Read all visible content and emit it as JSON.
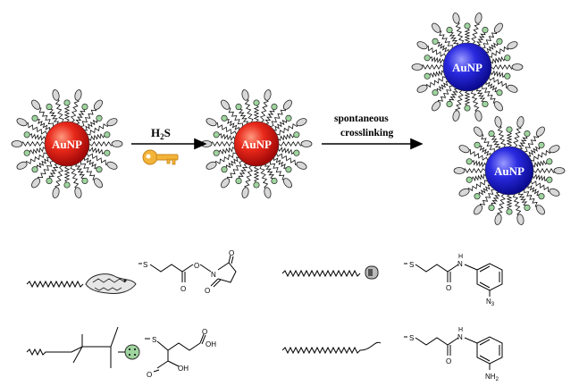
{
  "particles": [
    {
      "label": "AuNP",
      "color": "#e01010",
      "highlight": "#ff8a6a",
      "ligand": "mixed"
    },
    {
      "label": "AuNP",
      "color": "#e01010",
      "highlight": "#ff8a6a",
      "ligand": "mixed"
    },
    {
      "label": "AuNP",
      "color": "#1a1ad0",
      "highlight": "#8a8aff",
      "ligand": "crosslinked"
    },
    {
      "label": "AuNP",
      "color": "#1a1ad0",
      "highlight": "#8a8aff",
      "ligand": "crosslinked"
    }
  ],
  "step1": {
    "reagent_main": "H",
    "reagent_sub": "2",
    "reagent_end": "S",
    "key_icon": "key-icon",
    "key_color": "#f0b030"
  },
  "step2": {
    "line1": "spontaneous",
    "line2": "crosslinking"
  },
  "legend": {
    "s_atom": "S",
    "oxygen": "O",
    "nitrogen": "N",
    "hydrogen": "H",
    "azide_main": "N",
    "azide_sub": "3",
    "amine_main": "NH",
    "amine_sub": "2",
    "acid_1": "OH",
    "acid_2": "OH"
  }
}
